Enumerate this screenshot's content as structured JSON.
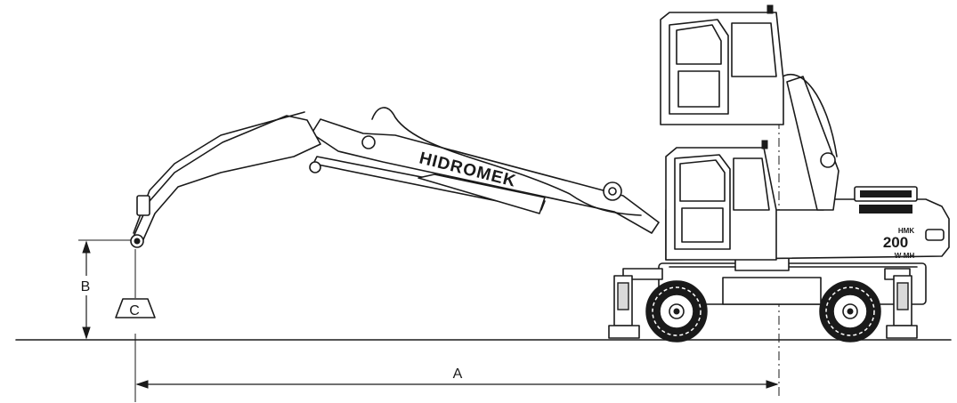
{
  "dimension_labels": {
    "a": "A",
    "b": "B",
    "c": "C"
  },
  "machine": {
    "brand": "HIDROMEK",
    "model_badge_top": "HMK",
    "model_badge_number": "200",
    "model_badge_suffix": "W-MH"
  },
  "colors": {
    "line": "#1a1a1a",
    "background": "#ffffff"
  }
}
